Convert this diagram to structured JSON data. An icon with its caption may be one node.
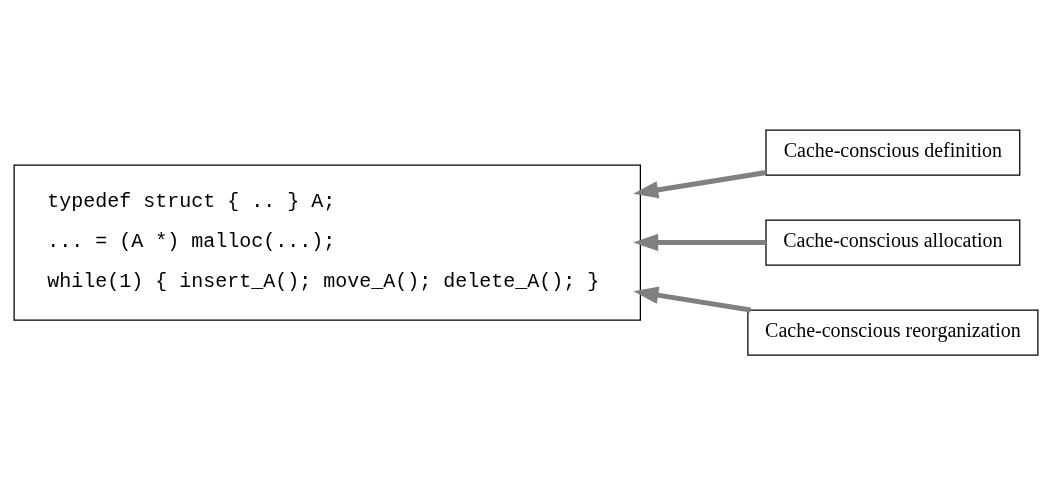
{
  "diagram": {
    "nodes": [
      {
        "text": [
          "typedef struct { .. } A;",
          "... = (A *) malloc(...);",
          "while(1) { insert_A(); move_A(); delete_A(); }"
        ]
      },
      {
        "text": [
          "Cache-conscious definition"
        ]
      },
      {
        "text": [
          "Cache-conscious allocation"
        ]
      },
      {
        "text": [
          "Cache-conscious reorganization"
        ]
      }
    ],
    "edges": [
      {
        "from": 1,
        "to": 0,
        "arrow": "to"
      },
      {
        "from": 2,
        "to": 0,
        "arrow": "to"
      },
      {
        "from": 3,
        "to": 0,
        "arrow": "to"
      }
    ]
  }
}
